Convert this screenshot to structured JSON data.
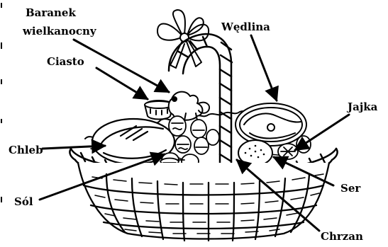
{
  "labels": {
    "baranek_line1": "Baranek",
    "baranek_line2": "wielkanocny",
    "ciasto": "Ciasto",
    "wedlina": "Wędlina",
    "jajka": "Jajka",
    "chleb": "Chleb",
    "sol": "Sól",
    "ser": "Ser",
    "chrzan": "Chrzan"
  },
  "colors": {
    "ink": "#000000",
    "background": "#ffffff"
  }
}
